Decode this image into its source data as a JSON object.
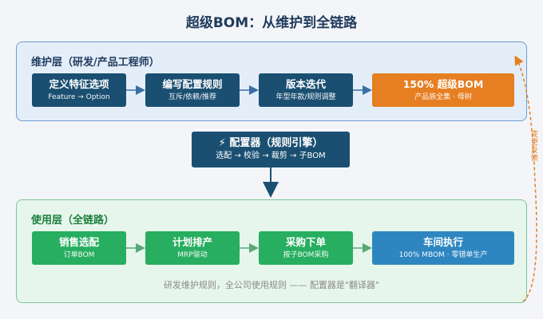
{
  "title": "超级BOM：从维护到全链路",
  "maintenance_layer": {
    "title": "维护层（研发/产品工程师）",
    "nodes": [
      {
        "title": "定义特征选项",
        "sub": "Feature → Option"
      },
      {
        "title": "编写配置规则",
        "sub": "互斥/依赖/推荐"
      },
      {
        "title": "版本迭代",
        "sub": "年型年款/规则调整"
      },
      {
        "title": "150% 超级BOM",
        "sub": "产品族全集 · 母树"
      }
    ]
  },
  "configurator": {
    "title": "⚡ 配置器（规则引擎）",
    "sub": "选配 → 校验 → 裁剪 → 子BOM"
  },
  "usage_layer": {
    "title": "使用层（全链路）",
    "nodes": [
      {
        "title": "销售选配",
        "sub": "订单BOM"
      },
      {
        "title": "计划排产",
        "sub": "MRP驱动"
      },
      {
        "title": "采购下单",
        "sub": "按子BOM采购"
      },
      {
        "title": "车间执行",
        "sub": "100% MBOM · 零错单生产"
      }
    ],
    "footnote": "研发维护规则，全公司使用规则 —— 配置器是\"翻译器\""
  },
  "feedback_label": "变更反馈",
  "colors": {
    "navy": "#1b4f72",
    "orange": "#e67e22",
    "green": "#27ae60",
    "blue": "#2e86c1",
    "arrow": "#3a6ea5",
    "usage_arrow": "#5aa876"
  }
}
